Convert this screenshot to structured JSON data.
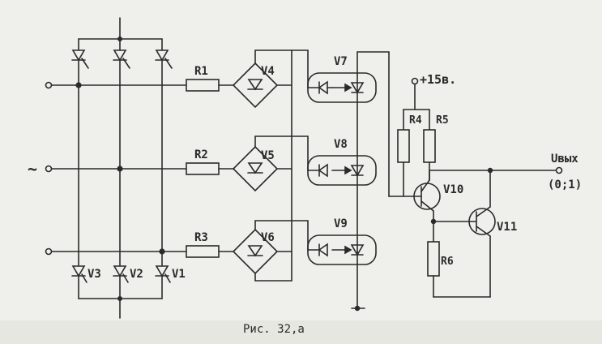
{
  "labels": {
    "r1": "R1",
    "r2": "R2",
    "r3": "R3",
    "r4": "R4",
    "r5": "R5",
    "r6": "R6",
    "v1": "V1",
    "v2": "V2",
    "v3": "V3",
    "v4": "V4",
    "v5": "V5",
    "v6": "V6",
    "v7": "V7",
    "v8": "V8",
    "v9": "V9",
    "v10": "V10",
    "v11": "V11",
    "supply": "+15в.",
    "ac": "~",
    "output": "Uвых",
    "output_range": "(0;1)",
    "caption": "Рис. 32,а"
  }
}
